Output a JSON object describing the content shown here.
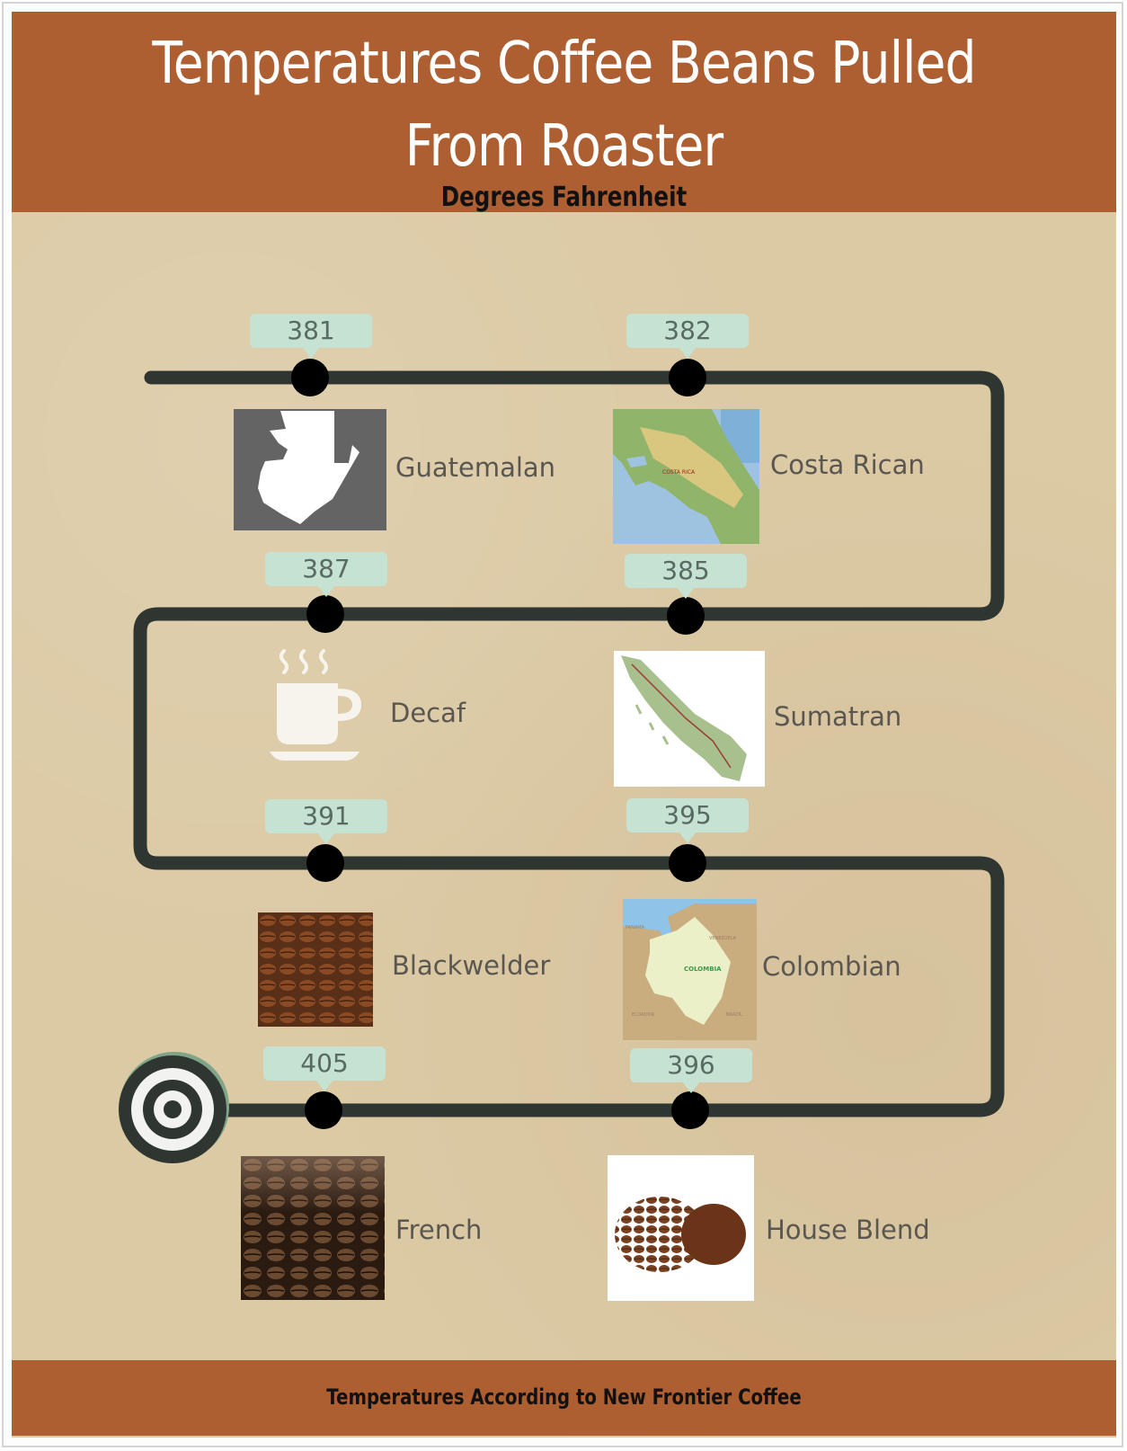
{
  "header": {
    "title_line1": "Temperatures Coffee Beans Pulled",
    "title_line2": "From Roaster",
    "subtitle": "Degrees Fahrenheit"
  },
  "footer": {
    "text": "Temperatures According to New Frontier Coffee"
  },
  "colors": {
    "header_band": "#ad5f32",
    "background": "#dccaa5",
    "track": "#2f3530",
    "marker": "#000000",
    "bubble": "#c5e2d2",
    "bubble_text": "#586b62",
    "label_text": "#5a5650"
  },
  "stops": [
    {
      "name": "Guatemalan",
      "temp": "381",
      "image": "guatemala-map-silhouette-icon"
    },
    {
      "name": "Costa Rican",
      "temp": "382",
      "image": "costa-rica-map-image"
    },
    {
      "name": "Sumatran",
      "temp": "385",
      "image": "sumatra-map-image"
    },
    {
      "name": "Decaf",
      "temp": "387",
      "image": "coffee-cup-icon"
    },
    {
      "name": "Blackwelder",
      "temp": "391",
      "image": "coffee-beans-image"
    },
    {
      "name": "Colombian",
      "temp": "395",
      "image": "colombia-map-image"
    },
    {
      "name": "House Blend",
      "temp": "396",
      "image": "beans-and-grounds-image"
    },
    {
      "name": "French",
      "temp": "405",
      "image": "dark-coffee-beans-image"
    }
  ],
  "end_marker": "target-icon",
  "chart_data": {
    "type": "table",
    "title": "Temperatures Coffee Beans Pulled From Roaster",
    "subtitle": "Degrees Fahrenheit",
    "categories": [
      "Guatemalan",
      "Costa Rican",
      "Sumatran",
      "Decaf",
      "Blackwelder",
      "Colombian",
      "House Blend",
      "French"
    ],
    "values": [
      381,
      382,
      385,
      387,
      391,
      395,
      396,
      405
    ],
    "unit": "°F",
    "source": "Temperatures According to New Frontier Coffee"
  }
}
